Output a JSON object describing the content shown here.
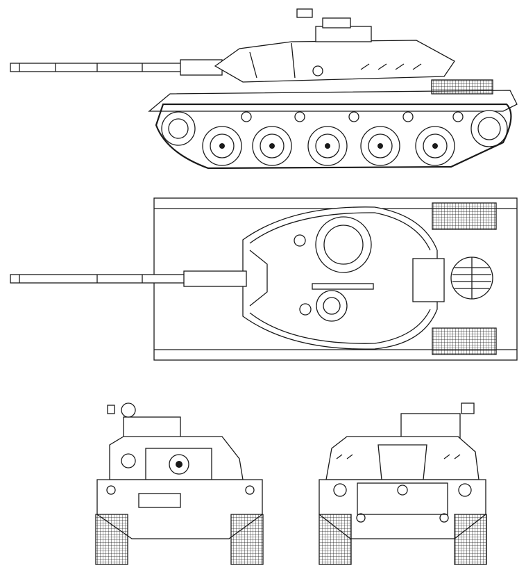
{
  "drawing": {
    "views": [
      "side",
      "top",
      "front",
      "rear"
    ],
    "line_color": "#1a1a1a",
    "background": "#ffffff"
  }
}
